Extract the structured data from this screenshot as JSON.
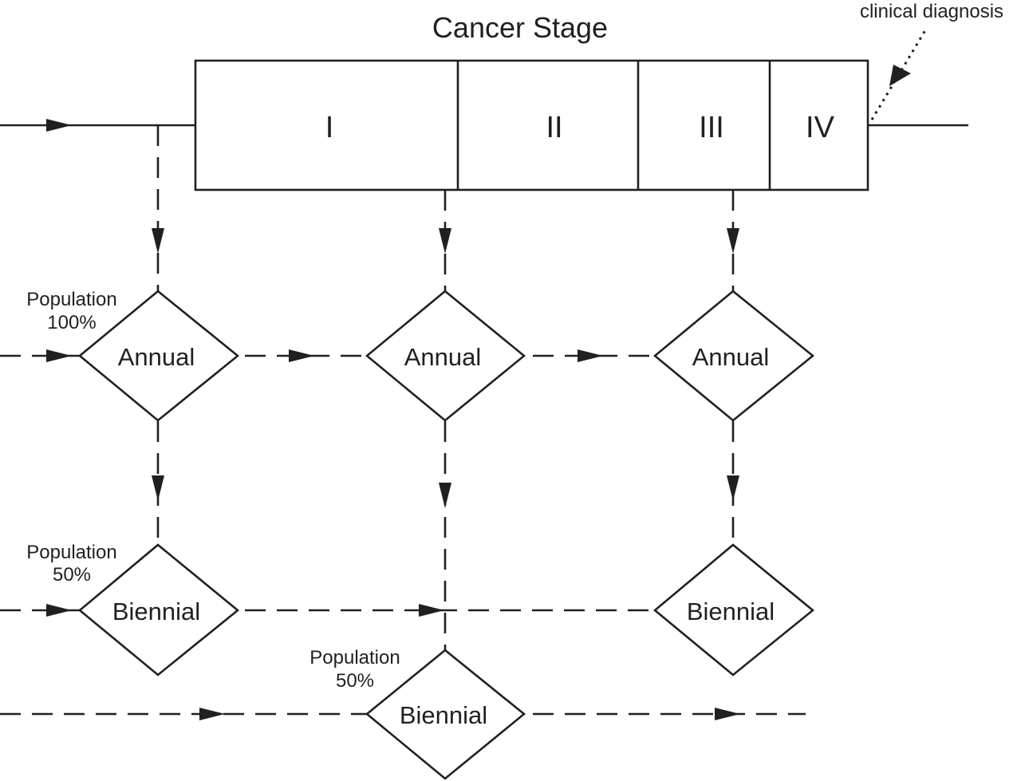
{
  "title": "Cancer Stage",
  "note": "clinical diagnosis",
  "stages": [
    "I",
    "II",
    "III",
    "IV"
  ],
  "nodes": {
    "annual_1": "Annual",
    "annual_2": "Annual",
    "annual_3": "Annual",
    "biennial_1": "Biennial",
    "biennial_2": "Biennial",
    "biennial_3": "Biennial"
  },
  "population_labels": {
    "p100": {
      "line1": "Population",
      "line2": "100%"
    },
    "p50_a": {
      "line1": "Population",
      "line2": "50%"
    },
    "p50_b": {
      "line1": "Population",
      "line2": "50%"
    }
  }
}
